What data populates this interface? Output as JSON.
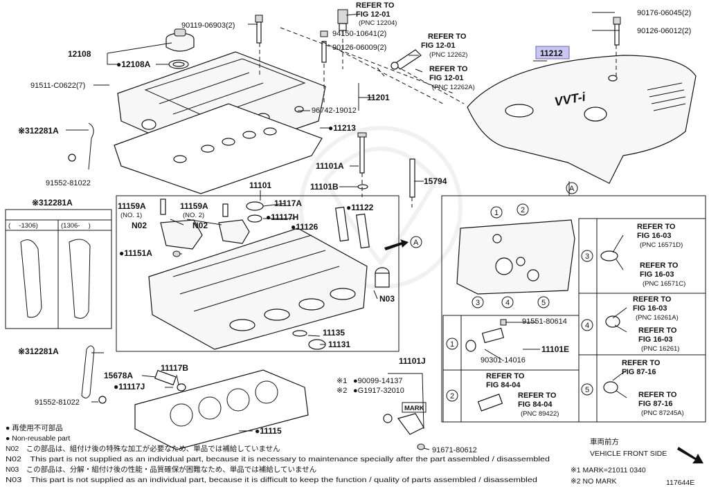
{
  "labels": {
    "p_90119": "90119-06903(2)",
    "p_12108": "12108",
    "p_12108A": "●12108A",
    "p_91511": "91511-C0622(7)",
    "p_12281A_top": "※312281A",
    "p_91552_top": "91552-81022",
    "p_94150": "94150-10641(2)",
    "p_90126_a": "90126-06009(2)",
    "p_11201": "11201",
    "p_96742": "96742-19012",
    "p_11213": "●11213",
    "p_11101A": "11101A",
    "p_11101B": "11101B",
    "p_15794": "15794",
    "p_11101": "11101",
    "p_11159A_1": "11159A",
    "p_no1": "(NO. 1)",
    "p_11159A_2": "11159A",
    "p_no2": "(NO. 2)",
    "p_11117A": "11117A",
    "p_11117H": "●11117H",
    "p_11122": "●11122",
    "p_11126": "●11126",
    "p_N02_a": "N02",
    "p_N02_b": "N02",
    "p_11151A": "●11151A",
    "p_N03": "N03",
    "p_11135": "11135",
    "p_11131": "11131",
    "p_A_arrow": "A",
    "p_12281A_mid": "※312281A",
    "p_col1": "(　 -1306)",
    "p_col2": "(1306-　 )",
    "p_12281A_bot": "※312281A",
    "p_15678A": "15678A",
    "p_11117J": "●11117J",
    "p_11117B": "11117B",
    "p_91552_bot": "91552-81022",
    "p_11115": "●11115",
    "p_11101J": "11101J",
    "p_mark1": "※1",
    "p_90099": "●90099-14137",
    "p_mark2": "※2",
    "p_G1917": "●G1917-32010",
    "p_MARK": "MARK",
    "p_91671": "91671-80612",
    "p_refer_top_1": "REFER TO",
    "p_fig_top_1": "FIG 12-01",
    "p_pnc_top_1": "(PNC 12204)",
    "p_refer_top_2": "REFER TO",
    "p_fig_top_2": "FIG 12-01",
    "p_pnc_top_2": "(PNC 12262)",
    "p_refer_top_3": "REFER TO",
    "p_fig_top_3": "FIG 12-01",
    "p_pnc_top_3": "(PNC 12262A)",
    "p_90176": "90176-06045(2)",
    "p_90126_b": "90126-06012(2)",
    "p_11212": "11212",
    "p_A_circle": "A",
    "p_n1": "1",
    "p_n2": "2",
    "p_n3": "3",
    "p_n4": "4",
    "p_n5": "5",
    "p_91551": "91551-80614",
    "p_11101E": "11101E",
    "p_90301": "90301-14016",
    "p_refer_c2a": "REFER TO",
    "p_fig_c2a": "FIG 84-04",
    "p_refer_c2b": "REFER TO",
    "p_fig_c2b": "FIG 84-04",
    "p_pnc_c2b": "(PNC 89422)",
    "p_refer_c3a": "REFER TO",
    "p_fig_c3a": "FIG 16-03",
    "p_pnc_c3a": "(PNC 16571D)",
    "p_refer_c3b": "REFER TO",
    "p_fig_c3b": "FIG 16-03",
    "p_pnc_c3b": "(PNC 16571C)",
    "p_refer_c4a": "REFER TO",
    "p_fig_c4a": "FIG 16-03",
    "p_pnc_c4a": "(PNC 16261A)",
    "p_refer_c4b": "REFER TO",
    "p_fig_c4b": "FIG 16-03",
    "p_pnc_c4b": "(PNC 16261)",
    "p_refer_c5a": "REFER TO",
    "p_fig_c5a": "FIG 87-16",
    "p_refer_c5b": "REFER TO",
    "p_fig_c5b": "FIG 87-16",
    "p_pnc_c5b": "(PNC 87245A)",
    "p_side_n1": "1",
    "p_side_n2": "2",
    "p_side_n3": "3",
    "p_side_n4": "4",
    "p_side_n5": "5",
    "p_cover_text": "VVT-i"
  },
  "footer": {
    "legend_jp": "● 再使用不可部品",
    "legend_en": "● Non-reusable part",
    "n02_jp": "N02　この部品は、組付け後の特殊な加工が必要なため、単品では補給していません",
    "n02_en": "N02　This part is not supplied as an individual part, because it is necessary to maintenance specially after the part assembled / disassembled",
    "n03_jp": "N03　この部品は、分解・組付け後の性能・品質確保が困難なため、単品では補給していません",
    "n03_en": "N03　This part is not supplied as an individual part, because it is difficult to keep the function / quality of parts  assembled / disassembled",
    "front_jp": "車両前方",
    "front_en": "VEHICLE FRONT SIDE",
    "mark1": "※1 MARK=21011 0340",
    "mark2": "※2 NO MARK",
    "fig_id": "117644E"
  }
}
